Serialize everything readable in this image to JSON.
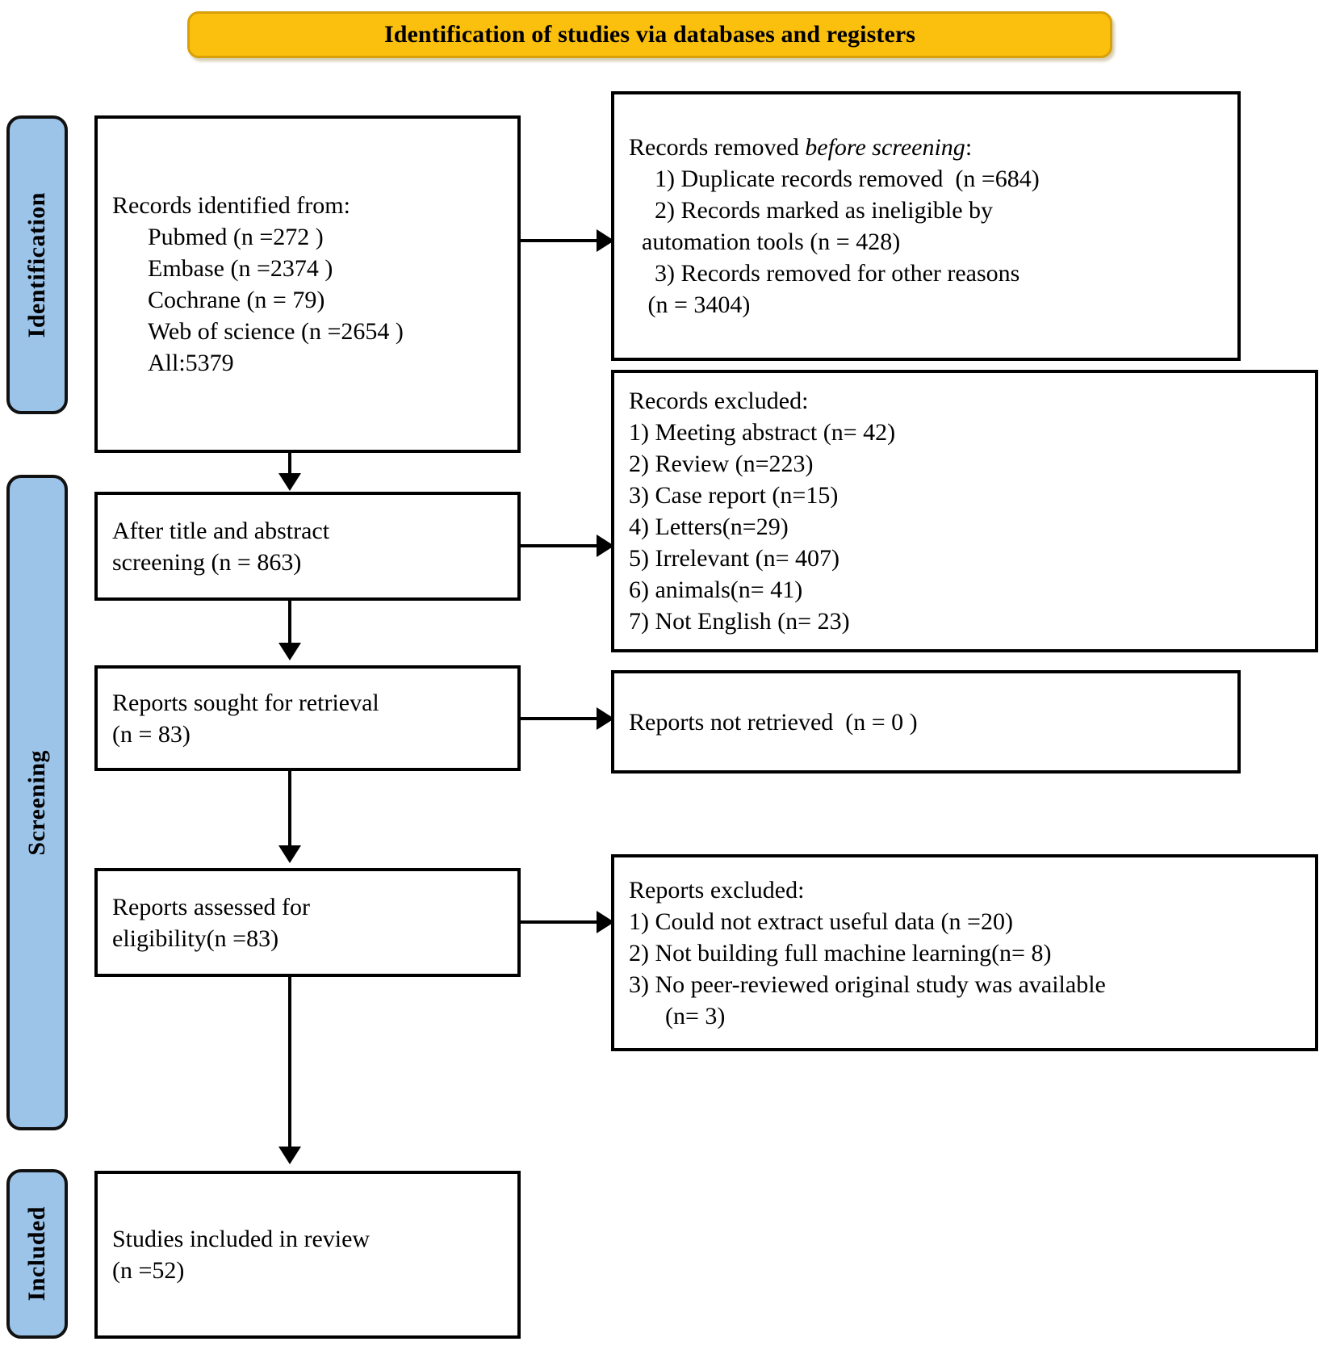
{
  "title": {
    "text": "Identification of studies via databases and registers",
    "background_color": "#fbc00d",
    "border_color": "#d8a00a"
  },
  "stages": {
    "accent_color": "#9cc3e8",
    "identification": "Identification",
    "screening": "Screening",
    "included": "Included"
  },
  "boxes": {
    "records_identified": {
      "heading": "Records identified from:",
      "sources": [
        "Pubmed (n =272 )",
        "Embase (n =2374 )",
        "Cochrane (n = 79)",
        "Web of science (n =2654 )",
        "All:5379"
      ]
    },
    "removed_before_screening": {
      "heading_prefix": "Records removed ",
      "heading_italic": "before screening",
      "heading_suffix": ":",
      "items": [
        "1) Duplicate records removed  (n =684)",
        "2) Records marked as ineligible by",
        "automation tools (n = 428)",
        "3) Records removed for other reasons",
        " (n = 3404)"
      ]
    },
    "after_title_abstract_screening": {
      "line1": "After title and abstract",
      "line2": "screening (n = 863)"
    },
    "records_excluded": {
      "heading": "Records excluded:",
      "items": [
        "1) Meeting abstract (n= 42)",
        "2) Review (n=223)",
        "3) Case report (n=15)",
        "4) Letters(n=29)",
        "5) Irrelevant (n= 407)",
        "6) animals(n= 41)",
        "7) Not English (n= 23)"
      ]
    },
    "reports_sought_for_retrieval": {
      "line1": "Reports sought for retrieval",
      "line2": "(n = 83)"
    },
    "reports_not_retrieved": {
      "line1": "Reports not retrieved  (n = 0 )"
    },
    "reports_assessed_for_eligibility": {
      "line1": "Reports assessed for",
      "line2": "eligibility(n =83)"
    },
    "reports_excluded": {
      "heading": "Reports excluded:",
      "items": [
        "1) Could not extract useful data (n =20)",
        "2) Not building full machine learning(n= 8)",
        "3) No peer-reviewed original study was available",
        "  (n= 3)"
      ]
    },
    "studies_included_in_review": {
      "line1": "Studies included in review",
      "line2": "(n =52)"
    }
  }
}
